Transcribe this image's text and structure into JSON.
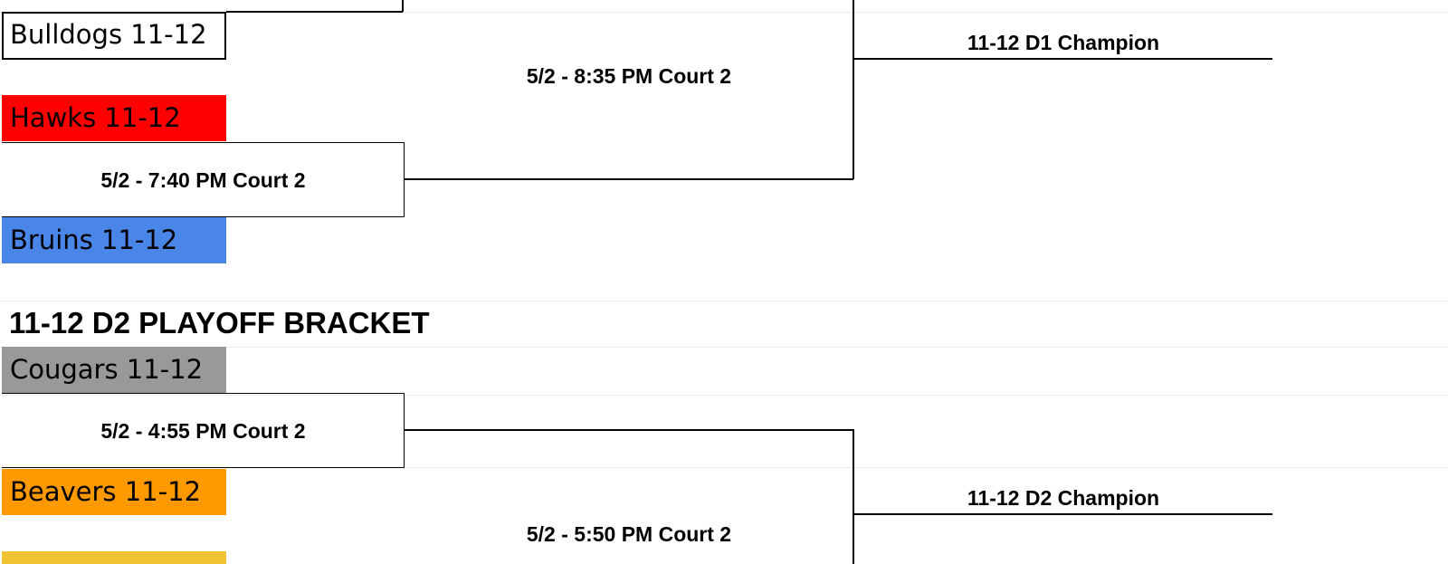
{
  "colors": {
    "hawks": "#ff0000",
    "bruins": "#4a86e8",
    "cougars": "#999999",
    "beavers": "#ff9900",
    "partial_team": "#f1c232",
    "bulldogs": "#ffffff"
  },
  "d1": {
    "teams": {
      "bulldogs": "Bulldogs 11-12",
      "hawks": "Hawks 11-12",
      "bruins": "Bruins 11-12"
    },
    "games": {
      "semifinal": "5/2 - 7:40 PM Court 2",
      "final": "5/2 - 8:35 PM Court 2"
    },
    "champion": "11-12 D1 Champion"
  },
  "d2": {
    "title": "11-12 D2 PLAYOFF BRACKET",
    "teams": {
      "cougars": "Cougars 11-12",
      "beavers": "Beavers 11-12"
    },
    "games": {
      "quarterfinal": "5/2 - 4:55 PM Court 2",
      "semifinal": "5/2 - 5:50 PM Court 2"
    },
    "champion": "11-12 D2 Champion"
  }
}
